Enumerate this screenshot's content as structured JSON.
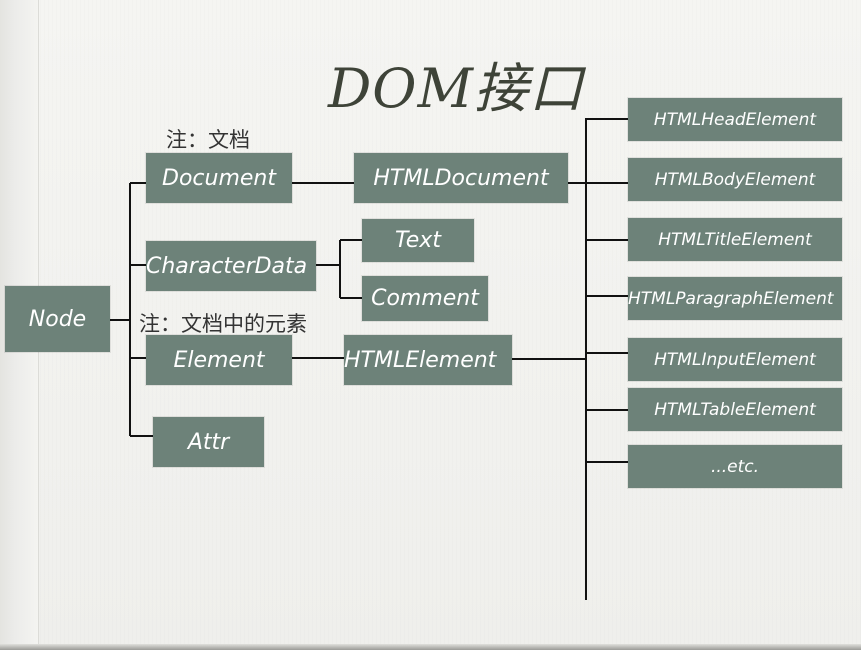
{
  "diagram": {
    "title": "DOM接口",
    "notes": {
      "document_note": "注：文档",
      "element_note": "注：文档中的元素"
    },
    "nodes": {
      "node": "Node",
      "document": "Document",
      "character_data": "CharacterData",
      "element": "Element",
      "attr": "Attr",
      "html_document": "HTMLDocument",
      "text": "Text",
      "comment": "Comment",
      "html_element": "HTMLElement",
      "html_head_element": "HTMLHeadElement",
      "html_body_element": "HTMLBodyElement",
      "html_title_element": "HTMLTitleElement",
      "html_paragraph_element": "HTMLParagraphElement",
      "html_input_element": "HTMLInputElement",
      "html_table_element": "HTMLTableElement",
      "etc": "...etc."
    },
    "colors": {
      "box_fill": "#6d8279",
      "box_text": "#ffffff",
      "connector": "#111111",
      "title_text": "#3e4338"
    }
  }
}
